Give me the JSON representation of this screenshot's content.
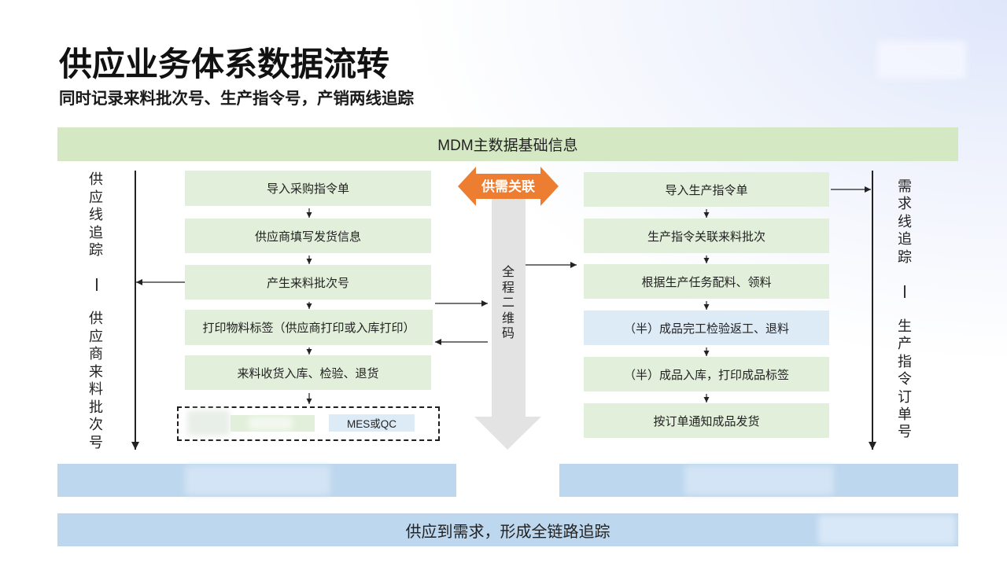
{
  "header": {
    "title": "供应业务体系数据流转",
    "subtitle": "同时记录来料批次号、生产指令号，产销两线追踪"
  },
  "mdm_bar": {
    "label": "MDM主数据基础信息"
  },
  "supply_line": {
    "label_top": "供应线追踪",
    "label_bottom": "供应商来料批次号"
  },
  "demand_line": {
    "label_top": "需求线追踪",
    "label_bottom": "生产指令订单号"
  },
  "center": {
    "link_badge": "供需关联",
    "qr_label": "全程二维码"
  },
  "supply_steps": [
    "导入采购指令单",
    "供应商填写发货信息",
    "产生来料批次号",
    "打印物料标签（供应商打印或入库打印）",
    "来料收货入库、检验、退货"
  ],
  "demand_steps": [
    "导入生产指令单",
    "生产指令关联来料批次",
    "根据生产任务配料、领料",
    "（半）成品完工检验返工、退料",
    "（半）成品入库，打印成品标签",
    "按订单通知成品发货"
  ],
  "legend": {
    "blue_label": "MES或QC"
  },
  "footer": {
    "summary": "供应到需求，形成全链路追踪"
  },
  "colors": {
    "mdm_bar": "#d5e8c4",
    "step_green": "#e2efda",
    "step_blue": "#ddebf7",
    "bottom_bar": "#bdd7ee",
    "link_badge": "#ed7d31",
    "qr_arrow": "#e3e3e3"
  }
}
